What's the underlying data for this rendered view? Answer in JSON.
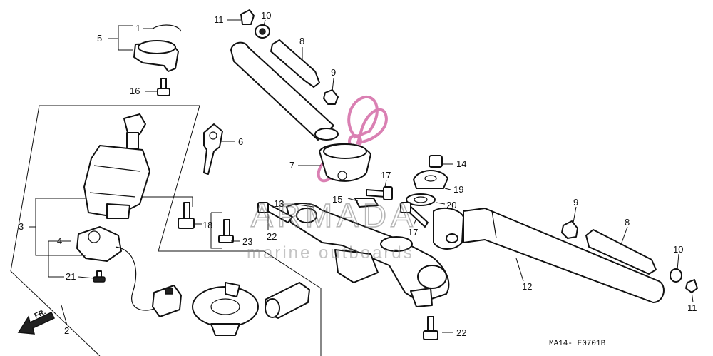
{
  "diagram": {
    "callouts": [
      {
        "id": "c1",
        "label": "1"
      },
      {
        "id": "c2",
        "label": "2"
      },
      {
        "id": "c3",
        "label": "3"
      },
      {
        "id": "c4",
        "label": "4"
      },
      {
        "id": "c5",
        "label": "5"
      },
      {
        "id": "c6",
        "label": "6"
      },
      {
        "id": "c7",
        "label": "7"
      },
      {
        "id": "c8a",
        "label": "8"
      },
      {
        "id": "c8b",
        "label": "8"
      },
      {
        "id": "c9a",
        "label": "9"
      },
      {
        "id": "c9b",
        "label": "9"
      },
      {
        "id": "c10a",
        "label": "10"
      },
      {
        "id": "c10b",
        "label": "10"
      },
      {
        "id": "c11a",
        "label": "11"
      },
      {
        "id": "c11b",
        "label": "11"
      },
      {
        "id": "c12",
        "label": "12"
      },
      {
        "id": "c13",
        "label": "13"
      },
      {
        "id": "c14",
        "label": "14"
      },
      {
        "id": "c15",
        "label": "15"
      },
      {
        "id": "c16",
        "label": "16"
      },
      {
        "id": "c17a",
        "label": "17"
      },
      {
        "id": "c17b",
        "label": "17"
      },
      {
        "id": "c18",
        "label": "18"
      },
      {
        "id": "c19",
        "label": "19"
      },
      {
        "id": "c20",
        "label": "20"
      },
      {
        "id": "c21",
        "label": "21"
      },
      {
        "id": "c22a",
        "label": "22"
      },
      {
        "id": "c22b",
        "label": "22"
      },
      {
        "id": "c23",
        "label": "23"
      }
    ],
    "direction_label": "FR.",
    "drawing_code": "MA14- E0701B"
  },
  "watermark": {
    "brand": "ARMADA",
    "tagline": "marine outboards",
    "accent_color": "#d46aa6"
  }
}
